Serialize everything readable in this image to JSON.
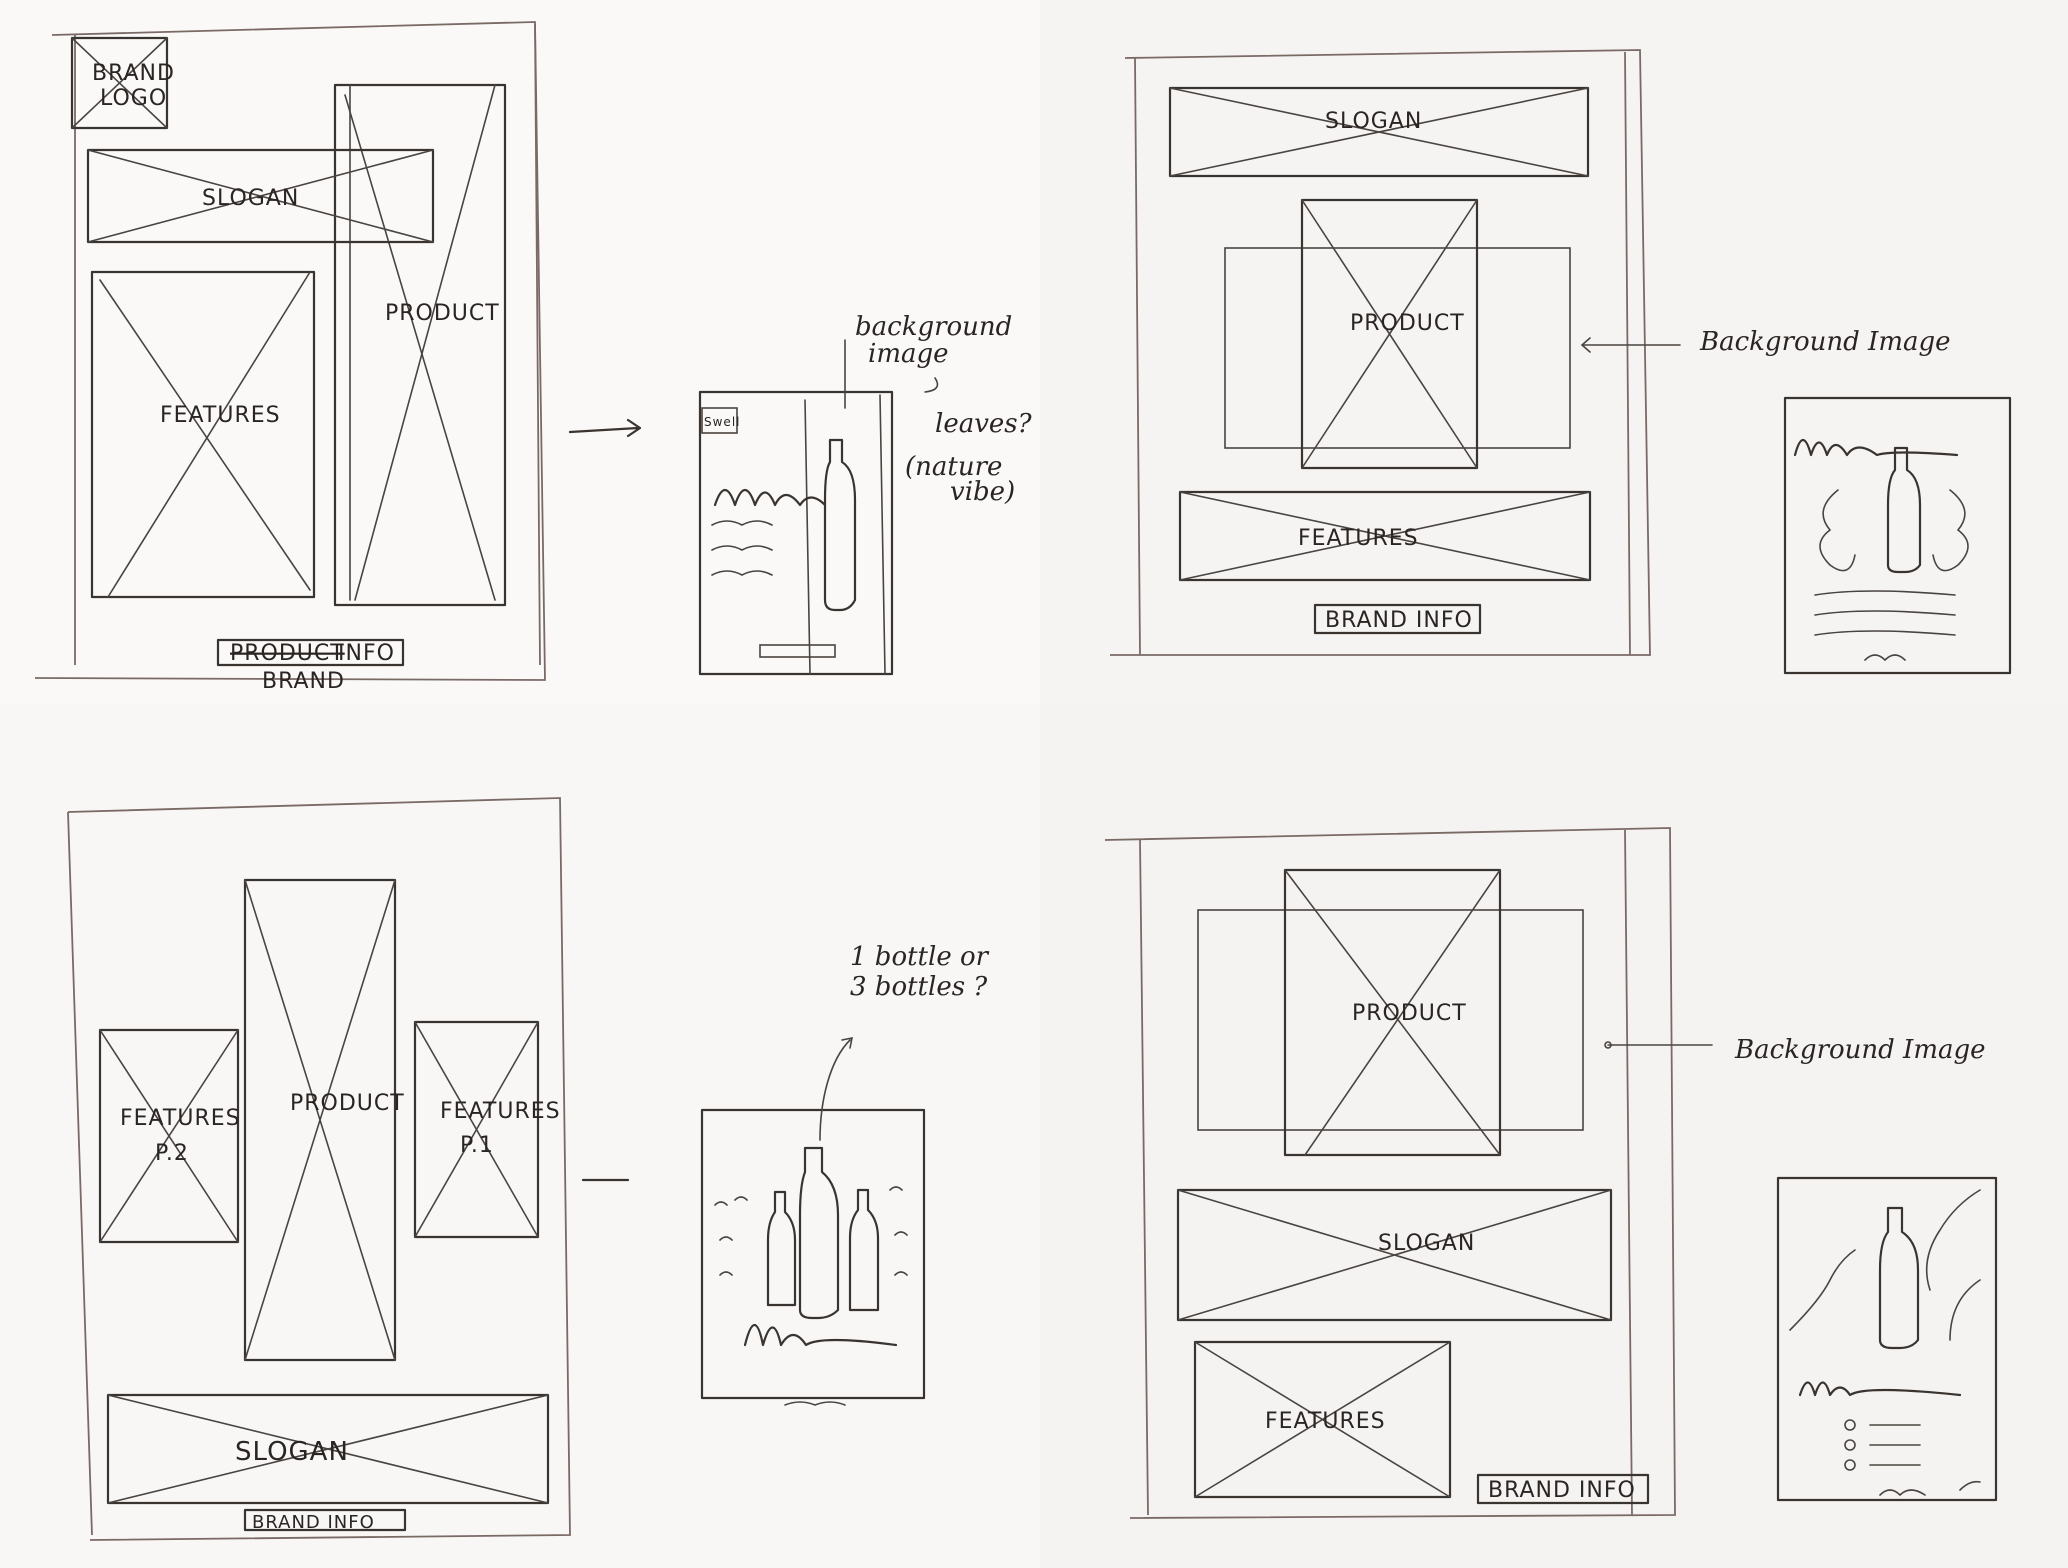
{
  "sketch1": {
    "brand_logo_line1": "BRAND",
    "brand_logo_line2": "LOGO",
    "slogan": "SLOGAN",
    "product": "PRODUCT",
    "features": "FEATURES",
    "struck_product": "PRODUCT",
    "info": "INFO",
    "brand_below": "BRAND",
    "mini_logo": "Swell",
    "note_line1": "background",
    "note_line2": "image",
    "note_leaves": "leaves?",
    "note_nature_line1": "(nature",
    "note_nature_line2": "vibe)"
  },
  "sketch2": {
    "slogan": "SLOGAN",
    "product": "PRODUCT",
    "features": "FEATURES",
    "brand_info": "BRAND INFO",
    "note": "Background Image"
  },
  "sketch3": {
    "features_p2_line1": "FEATURES",
    "features_p2_line2": "P.2",
    "product": "PRODUCT",
    "features_p1_line1": "FEATURES",
    "features_p1_line2": "P.1",
    "slogan": "SLOGAN",
    "brand_info": "BRAND INFO",
    "note_line1": "1 bottle or",
    "note_line2": "3 bottles ?"
  },
  "sketch4": {
    "product": "PRODUCT",
    "slogan": "SLOGAN",
    "features": "FEATURES",
    "brand_info": "BRAND INFO",
    "note": "Background Image"
  },
  "colors": {
    "ink": "#3a3430",
    "paper": "#faf9f8",
    "frame": "#7a6a66"
  }
}
